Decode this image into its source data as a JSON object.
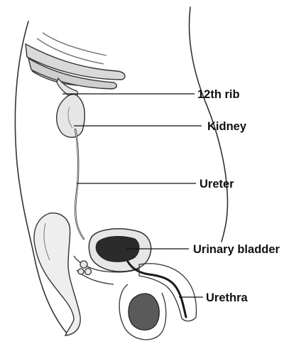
{
  "labels": {
    "rib": "12th rib",
    "kidney": "Kidney",
    "ureter": "Ureter",
    "bladder": "Urinary bladder",
    "urethra": "Urethra"
  },
  "colors": {
    "outline": "#333333",
    "shading": "#bdbdbd",
    "organ_fill": "#e6e6e6",
    "bladder_dark": "#2b2b2b",
    "leader_line": "#111111"
  }
}
